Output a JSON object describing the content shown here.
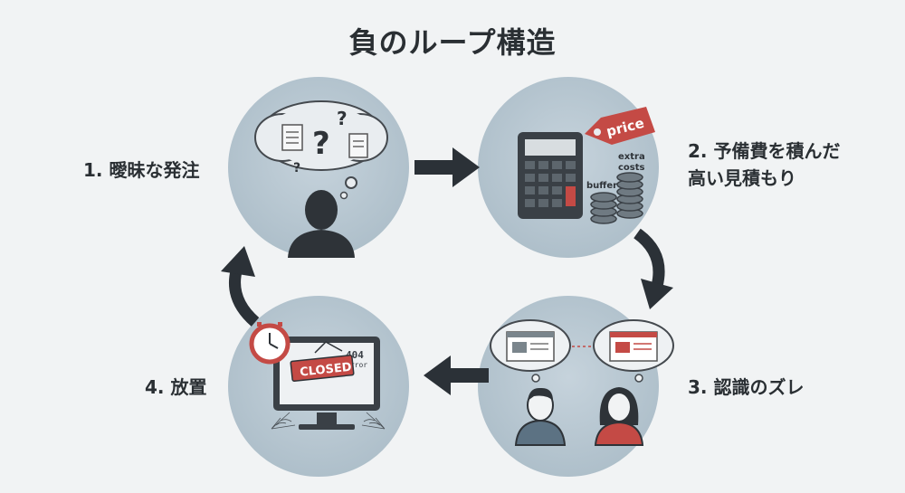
{
  "title": "負のループ構造",
  "steps": [
    {
      "label": "1. 曖昧な発注"
    },
    {
      "label_line1": "2. 予備費を積んだ",
      "label_line2": "高い見積もり",
      "tag": "price",
      "coin_label_top": "extra",
      "coin_label_mid": "costs",
      "coin_label_bottom": "buffer"
    },
    {
      "label": "3. 認識のズレ"
    },
    {
      "label": "4. 放置",
      "sign": "CLOSED",
      "error_code": "404",
      "error_text": "Error"
    }
  ],
  "colors": {
    "circle": "#b9c8d2",
    "arrow": "#2b3137",
    "accent_red": "#c44a45",
    "dark": "#2e3338"
  }
}
